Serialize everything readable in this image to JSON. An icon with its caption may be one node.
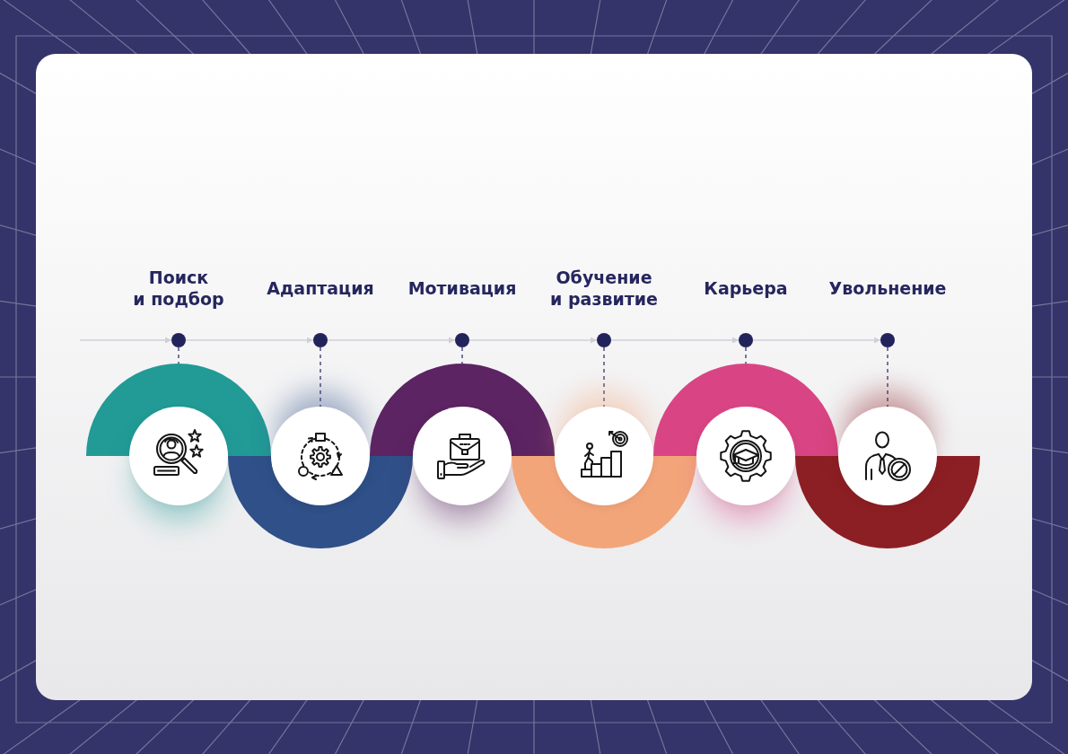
{
  "diagram": {
    "nodes": [
      {
        "text": [],
        "shape": "circle",
        "beside": [
          "Поиск и подбор"
        ]
      },
      {
        "text": [],
        "shape": "arc"
      },
      {
        "text": [],
        "shape": "circle"
      },
      {
        "text": [],
        "shape": "circle",
        "beside": [
          "Адаптация"
        ]
      },
      {
        "text": [],
        "shape": "arc"
      },
      {
        "text": [],
        "shape": "circle"
      },
      {
        "text": [],
        "shape": "circle",
        "beside": [
          "Мотивация"
        ]
      },
      {
        "text": [],
        "shape": "arc"
      },
      {
        "text": [],
        "shape": "circle"
      },
      {
        "text": [],
        "shape": "circle",
        "beside": [
          "Обучение и развитие"
        ]
      },
      {
        "text": [],
        "shape": "arc"
      },
      {
        "text": [],
        "shape": "circle"
      },
      {
        "text": [],
        "shape": "circle",
        "beside": [
          "Карьера"
        ]
      },
      {
        "text": [],
        "shape": "arc"
      },
      {
        "text": [],
        "shape": "circle"
      },
      {
        "text": [],
        "shape": "circle",
        "beside": [
          "Увольнение"
        ]
      },
      {
        "text": [],
        "shape": "arc"
      },
      {
        "text": [],
        "shape": "circle"
      }
    ],
    "edges": [
      {
        "from": null,
        "to": 0,
        "arrow": "to"
      },
      {
        "from": 0,
        "to": 3,
        "arrow": "to"
      },
      {
        "from": 3,
        "to": 6,
        "arrow": "to"
      },
      {
        "from": 6,
        "to": 9,
        "arrow": "to"
      },
      {
        "from": 9,
        "to": 12,
        "arrow": "to"
      },
      {
        "from": 12,
        "to": 15,
        "arrow": "to"
      },
      {
        "from": 0,
        "to": 1,
        "arrow": "none",
        "style": "dashed",
        "color": "#24245c"
      },
      {
        "from": 3,
        "to": 5,
        "arrow": "none",
        "style": "dashed",
        "color": "#24245c"
      },
      {
        "from": 6,
        "to": 7,
        "arrow": "none",
        "style": "dashed",
        "color": "#24245c"
      },
      {
        "from": 9,
        "to": 11,
        "arrow": "none",
        "style": "dashed",
        "color": "#24245c"
      },
      {
        "from": 12,
        "to": 13,
        "arrow": "none",
        "style": "dashed",
        "color": "#24245c"
      },
      {
        "from": 15,
        "to": 17,
        "arrow": "none",
        "style": "dashed",
        "color": "#24245c"
      }
    ]
  }
}
